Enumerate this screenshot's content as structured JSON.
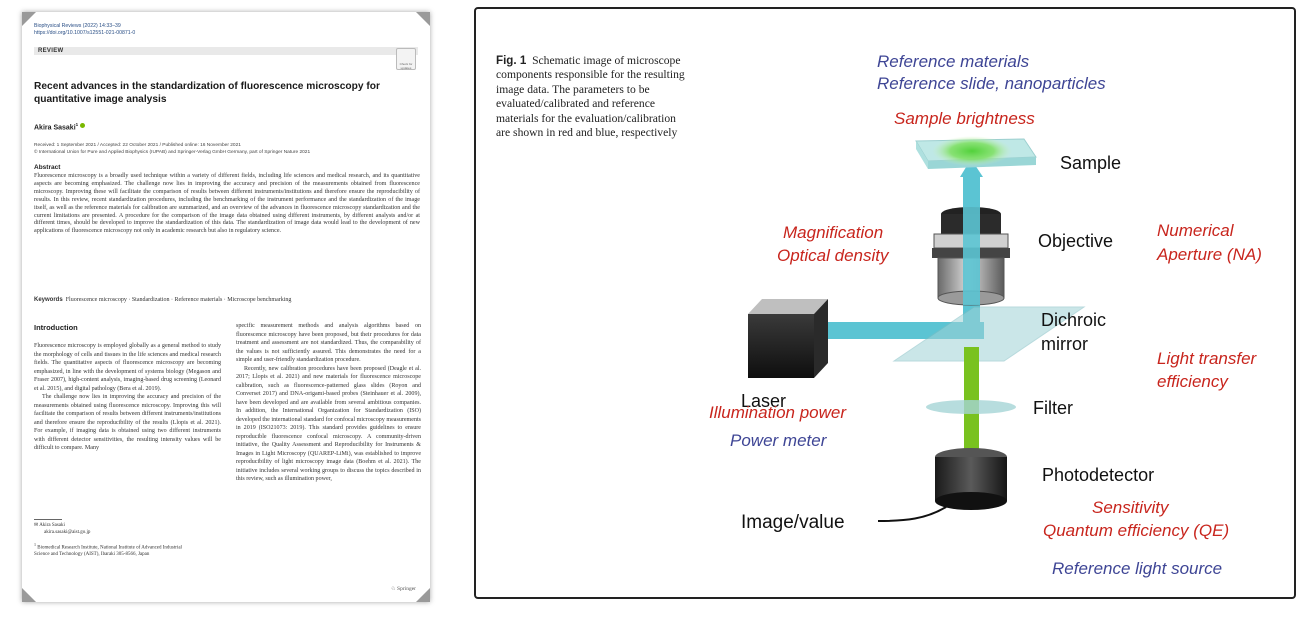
{
  "paper": {
    "journal_line": "Biophysical Reviews (2022) 14:33–39",
    "doi": "https://doi.org/10.1007/s12551-021-00871-0",
    "section": "REVIEW",
    "badge": "Check for updates",
    "title": "Recent advances in the standardization of fluorescence microscopy for quantitative image analysis",
    "author": "Akira Sasaki",
    "author_mark": "1",
    "dates": "Received: 1 September 2021 / Accepted: 22 October 2021 / Published online: 16 November 2021",
    "copyright": "© International Union for Pure and Applied Biophysics (IUPAB) and Springer-Verlag GmbH Germany, part of Springer Nature 2021",
    "abstract_heading": "Abstract",
    "abstract": "Fluorescence microscopy is a broadly used technique within a variety of different fields, including life sciences and medical research, and its quantitative aspects are becoming emphasized. The challenge now lies in improving the accuracy and precision of the measurements obtained from fluorescence microscopy. Improving these will facilitate the comparison of results between different instruments/institutions and therefore ensure the reproducibility of results. In this review, recent standardization procedures, including the benchmarking of the instrument performance and the standardization of the image itself, as well as the reference materials for calibration are summarized, and an overview of the advances in fluorescence microscopy standardization and the current limitations are presented. A procedure for the comparison of the image data obtained using different instruments, by different analysts and/or at different times, should be developed to improve the standardization of this data. The standardization of image data would lead to the development of new applications of fluorescence microscopy not only in academic research but also in regulatory science.",
    "keywords_label": "Keywords",
    "keywords": "Fluorescence microscopy · Standardization · Reference materials · Microscope benchmarking",
    "intro_heading": "Introduction",
    "col1_p1": "Fluorescence microscopy is employed globally as a general method to study the morphology of cells and tissues in the life sciences and medical research fields. The quantitative aspects of fluorescence microscopy are becoming emphasized, in line with the development of systems biology (Megason and Fraser 2007), high-content analysis, imaging-based drug screening (Leonard et al. 2015), and digital pathology (Bera et al. 2019).",
    "col1_p2": "The challenge now lies in improving the accuracy and precision of the measurements obtained using fluorescence microscopy. Improving this will facilitate the comparison of results between different instruments/institutions and therefore ensure the reproducibility of the results (Llopis et al. 2021). For example, if imaging data is obtained using two different instruments with different detector sensitivities, the resulting intensity values will be difficult to compare. Many",
    "col2_p1": "specific measurement methods and analysis algorithms based on fluorescence microscopy have been proposed, but their procedures for data treatment and assessment are not standardized. Thus, the comparability of the values is not sufficiently assured. This demonstrates the need for a simple and user-friendly standardization procedure.",
    "col2_p2": "Recently, new calibration procedures have been proposed (Deagle et al. 2017; Llopis et al. 2021) and new materials for fluorescence microscope calibration, such as fluorescence-patterned glass slides (Royon and Converset 2017) and DNA-origami-based probes (Steinhauer et al. 2009), have been developed and are available from several ambitious companies. In addition, the International Organization for Standardization (ISO) developed the international standard for confocal microscopy measurements in 2019 (ISO21073: 2019). This standard provides guidelines to ensure reproducible fluorescence confocal microscopy. A community-driven initiative, the Quality Assessment and Reproducibility for Instruments & Images in Light Microscopy (QUAREP-LiMi), was established to improve reproducibility of light microscopy image data (Boehm et al. 2021). The initiative includes several working groups to discuss the topics described in this review, such as illumination power,",
    "contact_name": "Akira Sasaki",
    "contact_email": "akira.sasaki@aist.go.jp",
    "affil_mark": "1",
    "affiliation": "Biomedical Research Institute, National Institute of Advanced Industrial Science and Technology (AIST), Ibaraki 305-8566, Japan",
    "publisher": "Springer"
  },
  "figure": {
    "caption_label": "Fig. 1",
    "caption_text": "Schematic image of microscope components responsible for the resulting image data. The parameters to be evaluated/calibrated and reference materials for the evaluation/calibration are shown in red and blue, respectively",
    "labels": {
      "ref_materials": "Reference materials",
      "ref_slide": "Reference slide, nanoparticles",
      "sample_brightness": "Sample brightness",
      "sample": "Sample",
      "magnification": "Magnification",
      "optical_density": "Optical density",
      "objective": "Objective",
      "na_line1": "Numerical",
      "na_line2": "Aperture (NA)",
      "dichroic_line1": "Dichroic",
      "dichroic_line2": "mirror",
      "light_transfer_line1": "Light transfer",
      "light_transfer_line2": "efficiency",
      "laser": "Laser",
      "filter": "Filter",
      "illumination_power": "Illumination power",
      "power_meter": "Power meter",
      "photodetector": "Photodetector",
      "image_value": "Image/value",
      "sensitivity": "Sensitivity",
      "quantum_efficiency": "Quantum efficiency (QE)",
      "ref_light_source": "Reference light source"
    },
    "colors": {
      "parameter_red": "#c8251d",
      "reference_blue": "#3e4595",
      "excitation_beam": "#5bc4d3",
      "emission_beam": "#79c21f",
      "fluorescence_spot": "#52d13b"
    }
  }
}
